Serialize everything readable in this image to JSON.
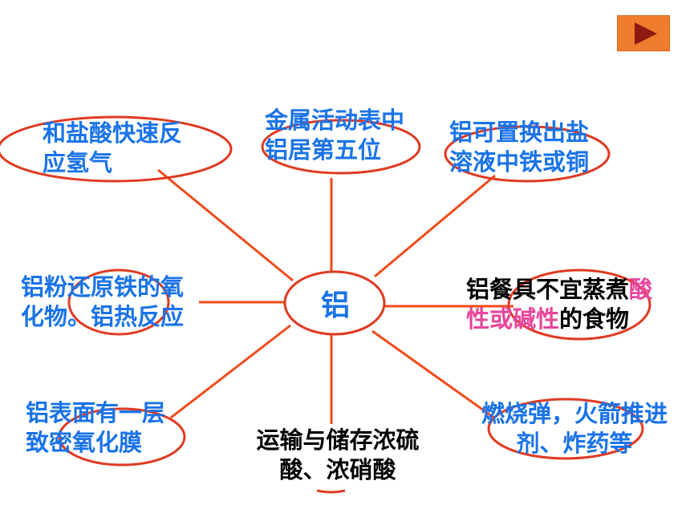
{
  "controls": {
    "play_icon": "play-icon"
  },
  "center": {
    "label": "铝"
  },
  "nodes": {
    "hcl": {
      "line1": "和盐酸快速反",
      "line2": "应氢气"
    },
    "activity": {
      "line1": "金属活动表中",
      "line2": "铝居第五位"
    },
    "displace": {
      "line1": "铝可置换出盐",
      "line2": "溶液中铁或铜"
    },
    "thermite": {
      "line1": "铝粉还原铁的氧",
      "line2": "化物。铝热反应"
    },
    "utensil": {
      "part1": "铝餐具不宜蒸煮",
      "part2": "酸",
      "part3": "性或碱性",
      "part4": "的食物"
    },
    "oxide": {
      "line1": "铝表面有一层",
      "line2": "致密氧化膜"
    },
    "transport": {
      "line1": "运输与储存浓硫",
      "line2": "酸、浓硝酸"
    },
    "weapons": {
      "line1": "燃烧弹，火箭推进",
      "line2": "剂、炸药等"
    }
  },
  "colors": {
    "line": "#f04a1a",
    "ellipse": "#e03a22",
    "text_blue": "#1a73e8",
    "text_pink": "#e8459a",
    "button": "#f07c2e"
  }
}
